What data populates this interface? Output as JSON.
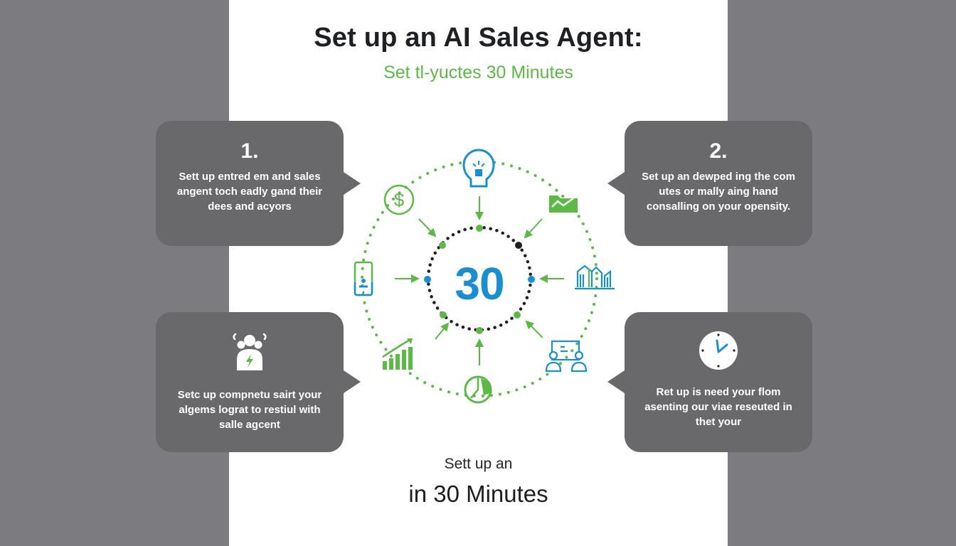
{
  "header": {
    "title": "Set up an AI Sales Agent:",
    "subtitle": "Set tl-yuctes 30 Minutes"
  },
  "cards": [
    {
      "number": "1.",
      "text": "Sett up entred em and sales angent toch eadly gand their dees and acyors",
      "icon": null
    },
    {
      "number": "2.",
      "text": "Set up an dewped ing the com utes or mally aing hand consalling on your opensity.",
      "icon": null
    },
    {
      "number": null,
      "text": "Setc up compnetu sairt your algems lograt to restiul with salle agcent",
      "icon": "team-lightning-icon"
    },
    {
      "number": null,
      "text": "Ret up is need your flom asenting our viae reseuted in thet your",
      "icon": "clock-icon"
    }
  ],
  "diagram": {
    "center_value": "30",
    "icons": [
      "lightbulb-icon",
      "chart-folder-icon",
      "building-chart-icon",
      "meeting-icon",
      "pie-clock-icon",
      "growth-bars-icon",
      "smartphone-icon",
      "dollar-icon"
    ],
    "colors": {
      "green": "#5cb946",
      "blue": "#1a8fd0",
      "dark": "#1f2024",
      "card": "#69686b",
      "background": "#7c7b7f"
    }
  },
  "footer": {
    "line1": "Sett up an",
    "line2": "in 30 Minutes"
  }
}
